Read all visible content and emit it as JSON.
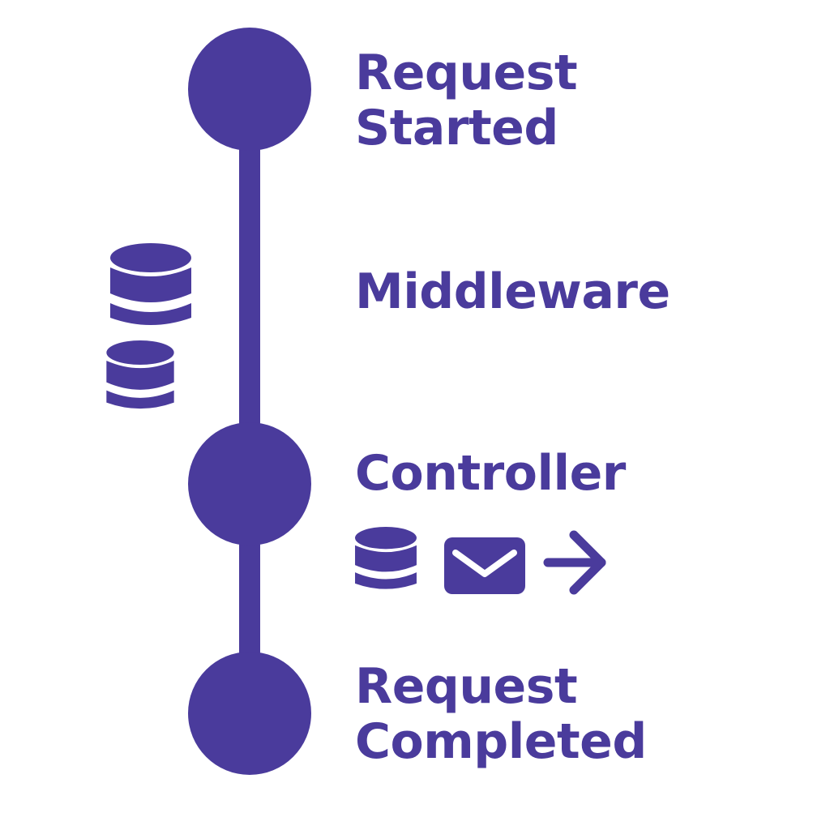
{
  "colors": {
    "primary": "#4a3b9c",
    "background": "#ffffff"
  },
  "steps": [
    {
      "id": "request-started",
      "lines": [
        "Request",
        "Started"
      ],
      "has_node": true
    },
    {
      "id": "middleware",
      "lines": [
        "Middleware"
      ],
      "has_node": false
    },
    {
      "id": "controller",
      "lines": [
        "Controller"
      ],
      "has_node": true
    },
    {
      "id": "request-completed",
      "lines": [
        "Request",
        "Completed"
      ],
      "has_node": true
    }
  ],
  "icons": {
    "middleware": [
      "database-icon",
      "database-icon"
    ],
    "controller": [
      "database-icon",
      "mail-icon",
      "arrow-right-icon"
    ]
  }
}
